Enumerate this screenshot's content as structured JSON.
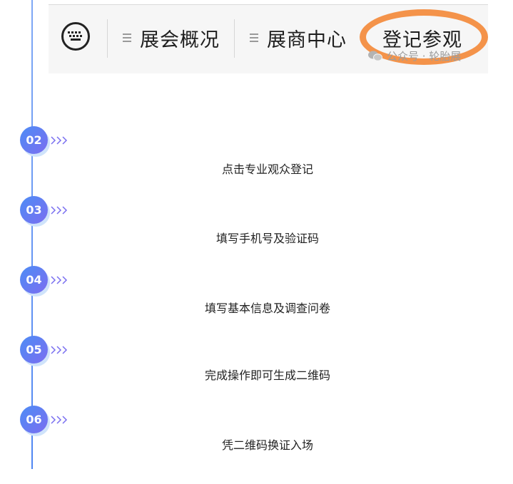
{
  "nav": {
    "items": [
      {
        "label": "展会概况"
      },
      {
        "label": "展商中心"
      },
      {
        "label": "登记参观"
      }
    ],
    "watermark": "公众号 · 轮胎展",
    "highlight_color": "#f4934a"
  },
  "steps": [
    {
      "number": "02",
      "text": "点击专业观众登记"
    },
    {
      "number": "03",
      "text": "填写手机号及验证码"
    },
    {
      "number": "04",
      "text": "填写基本信息及调查问卷"
    },
    {
      "number": "05",
      "text": "完成操作即可生成二维码"
    },
    {
      "number": "06",
      "text": "凭二维码换证入场"
    }
  ],
  "colors": {
    "badge_start": "#4d8df5",
    "badge_end": "#7b6df0",
    "arrow": "#7a6ff0"
  }
}
